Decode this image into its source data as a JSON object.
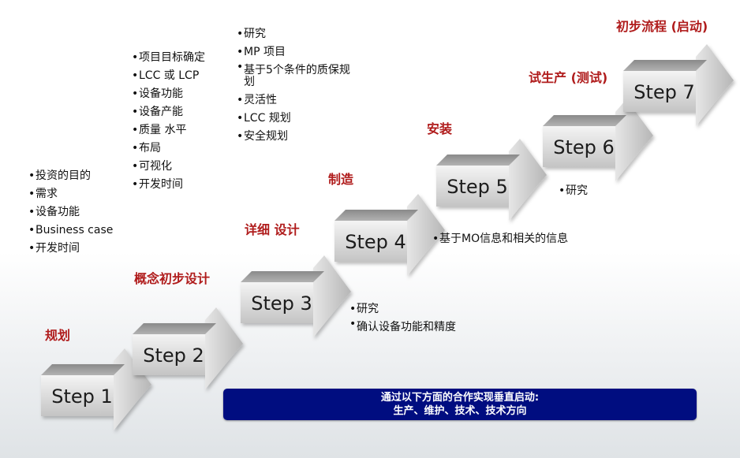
{
  "steps": [
    {
      "label": "Step 1",
      "title": "规划",
      "bullets": [
        "投资的目的",
        "需求",
        "设备功能",
        "Business case",
        "开发时间"
      ]
    },
    {
      "label": "Step 2",
      "title": "概念初步设计",
      "bullets": [
        "项目目标确定",
        "LCC 或 LCP",
        "设备功能",
        "设备产能",
        "质量 水平",
        "布局",
        "可视化",
        "开发时间"
      ]
    },
    {
      "label": "Step 3",
      "title": "详细 设计",
      "bullets": [
        "研究",
        "MP 项目",
        "基于5个条件的质保规划",
        "灵活性",
        "LCC 规划",
        "安全规划"
      ]
    },
    {
      "label": "Step 4",
      "title": "制造",
      "bullets": [
        "研究",
        "确认设备功能和精度"
      ]
    },
    {
      "label": "Step 5",
      "title": "安装",
      "bullets": [
        "基于MO信息和相关的信息"
      ]
    },
    {
      "label": "Step 6",
      "title": "试生产 (测试)",
      "bullets": [
        "研究"
      ]
    },
    {
      "label": "Step 7",
      "title": "初步流程 (启动)",
      "bullets": []
    }
  ],
  "banner": {
    "line1": "通过以下方面的合作实现垂直启动:",
    "line2": "生产、维护、技术、技术方向"
  },
  "colors": {
    "title": "#b01c1c",
    "banner": "#000d80",
    "block_front": "#d0d0d0",
    "block_top": "#9a9a9a"
  }
}
